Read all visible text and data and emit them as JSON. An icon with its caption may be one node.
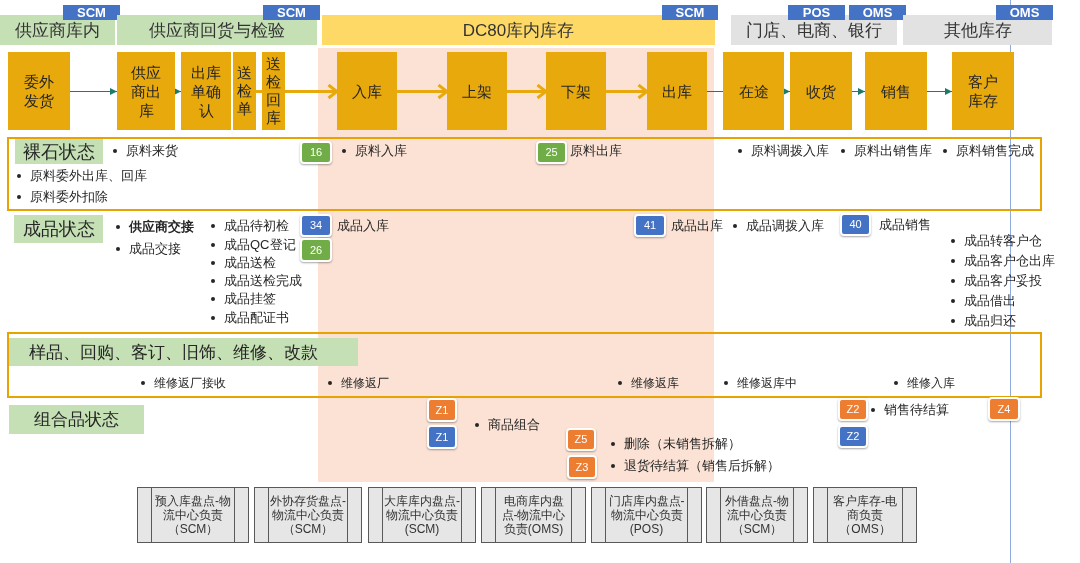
{
  "diagram": {
    "nodes": [
      {
        "text": [
          "供应商库内"
        ]
      },
      {
        "text": [
          "SCM"
        ]
      },
      {
        "text": [
          "供应商回货与检验"
        ]
      },
      {
        "text": [
          "SCM"
        ]
      },
      {
        "text": [
          "DC80库内库存"
        ]
      },
      {
        "text": [
          "SCM"
        ]
      },
      {
        "text": [
          "门店、电商、银行"
        ]
      },
      {
        "text": [
          "POS"
        ]
      },
      {
        "text": [
          "OMS"
        ]
      },
      {
        "text": [
          "其他库存"
        ]
      },
      {
        "text": [
          "OMS"
        ]
      },
      {
        "text": [
          "委外发货"
        ]
      },
      {
        "text": [
          "供应商出库"
        ]
      },
      {
        "text": [
          "出库单确认"
        ]
      },
      {
        "text": [
          "送检单"
        ]
      },
      {
        "text": [
          "送检回库"
        ]
      },
      {
        "text": [
          "入库"
        ]
      },
      {
        "text": [
          "上架"
        ]
      },
      {
        "text": [
          "下架"
        ]
      },
      {
        "text": [
          "出库"
        ]
      },
      {
        "text": [
          "在途"
        ]
      },
      {
        "text": [
          "收货"
        ]
      },
      {
        "text": [
          "销售"
        ]
      },
      {
        "text": [
          "客户库存"
        ]
      },
      {
        "text": [
          "原料来货",
          "原料入库",
          "原料出库",
          "原料调拨入库",
          "原料出销售库",
          "原料销售完成",
          "原料委外出库、回库",
          "原料委外扣除"
        ]
      },
      {
        "text": [
          "裸石状态"
        ],
        "in": 24
      },
      {
        "text": [
          "16"
        ],
        "in": 24
      },
      {
        "text": [
          "25"
        ],
        "in": 24
      },
      {
        "text": [
          "成品状态"
        ]
      },
      {
        "text": [
          "34"
        ],
        "beside": [
          "成品入库"
        ]
      },
      {
        "text": [
          "26"
        ]
      },
      {
        "text": [
          "41"
        ],
        "beside": [
          "成品出库"
        ]
      },
      {
        "text": [
          "40"
        ],
        "beside": [
          "成品销售"
        ]
      },
      {
        "text": [
          "维修返厂接收",
          "维修返厂",
          "维修返库",
          "维修返库中",
          "维修入库"
        ]
      },
      {
        "text": [
          "样品、回购、客订、旧饰、维修、改款"
        ],
        "in": 33
      },
      {
        "text": [
          "组合品状态"
        ]
      },
      {
        "text": [
          "Z1"
        ]
      },
      {
        "text": [
          "Z1"
        ]
      },
      {
        "text": [
          "Z5"
        ]
      },
      {
        "text": [
          "Z3"
        ]
      },
      {
        "text": [
          "Z2"
        ]
      },
      {
        "text": [
          "Z2"
        ]
      },
      {
        "text": [
          "Z4"
        ]
      },
      {
        "text": [
          "预入库盘点-物流中心负责（SCM）"
        ]
      },
      {
        "text": [
          "外协存货盘点-物流中心负责（SCM）"
        ]
      },
      {
        "text": [
          "大库库内盘点-物流中心负责(SCM)"
        ]
      },
      {
        "text": [
          "电商库内盘点-物流中心负责(OMS)"
        ]
      },
      {
        "text": [
          "门店库内盘点-物流中心负责(POS)"
        ]
      },
      {
        "text": [
          "外借盘点-物流中心负责（SCM）"
        ]
      },
      {
        "text": [
          "客户库存-电商负责（OMS）"
        ]
      }
    ],
    "edges": [
      {
        "from": 11,
        "to": 12,
        "arrow": "to"
      },
      {
        "from": 12,
        "to": 13,
        "arrow": "to"
      },
      {
        "from": 14,
        "to": 15,
        "arrow": "none",
        "style": "thick",
        "color": "#e8a90c"
      },
      {
        "from": 15,
        "to": 16,
        "arrow": "to",
        "style": "thick",
        "color": "#e8a90c"
      },
      {
        "from": 16,
        "to": 17,
        "arrow": "to",
        "style": "thick",
        "color": "#e8a90c"
      },
      {
        "from": 17,
        "to": 18,
        "arrow": "to",
        "style": "thick",
        "color": "#e8a90c"
      },
      {
        "from": 18,
        "to": 19,
        "arrow": "to",
        "style": "thick",
        "color": "#e8a90c"
      },
      {
        "from": 19,
        "to": 20,
        "arrow": "none"
      },
      {
        "from": 20,
        "to": 21,
        "arrow": "to"
      },
      {
        "from": 21,
        "to": 22,
        "arrow": "to"
      },
      {
        "from": 22,
        "to": 23,
        "arrow": "to"
      }
    ],
    "labels": [
      "供应商交接",
      "成品交接",
      "成品待初检",
      "成品QC登记",
      "成品送检",
      "成品送检完成",
      "成品挂签",
      "成品配证书",
      "成品调拨入库",
      "成品转客户仓",
      "成品客户仓出库",
      "成品客户妥投",
      "成品借出",
      "成品归还",
      "商品组合",
      "删除（未销售拆解）",
      "退货待结算（销售后拆解）",
      "销售待结算"
    ]
  }
}
